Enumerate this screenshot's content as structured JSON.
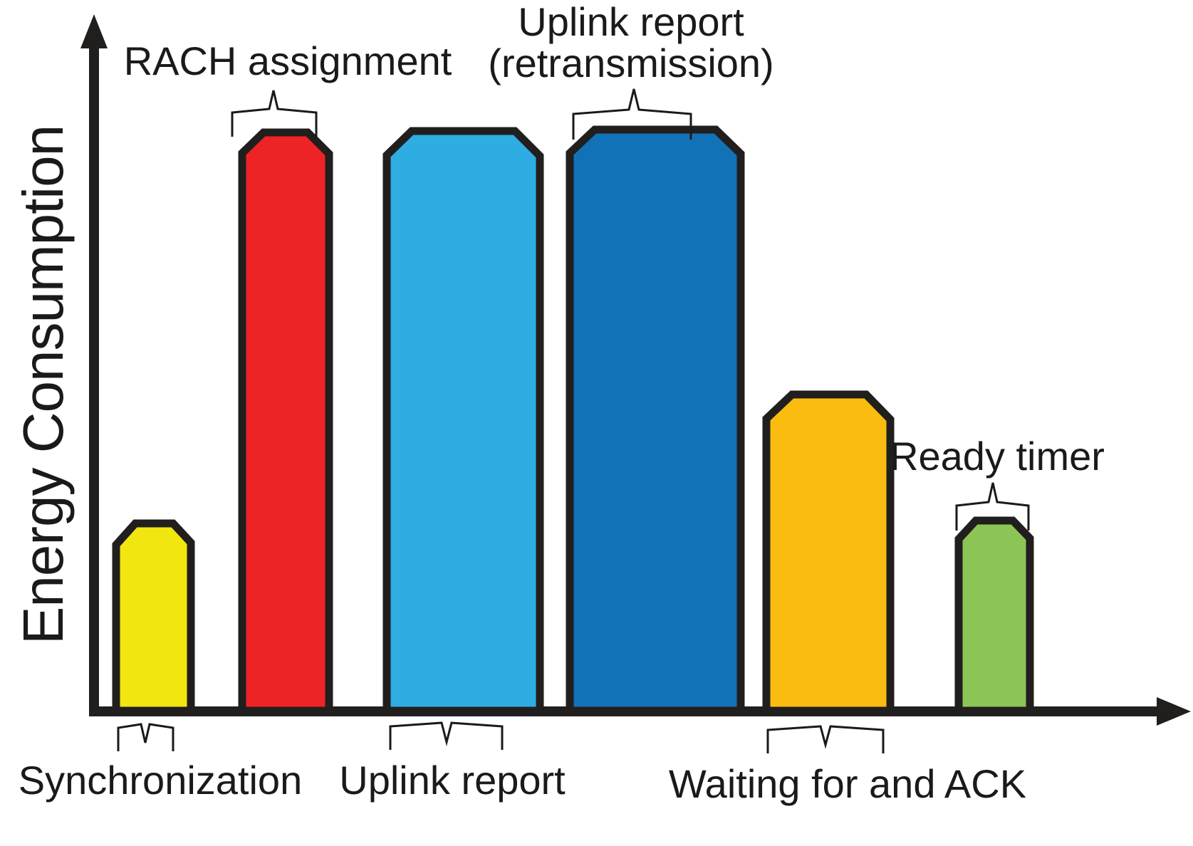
{
  "chart_data": {
    "type": "bar",
    "title": "",
    "xlabel": "",
    "ylabel": "Energy Consumption",
    "grid": false,
    "legend": "none",
    "axes": {
      "y_axis_arrow": true,
      "x_axis_arrow": true,
      "y_ticks": [],
      "x_ticks": []
    },
    "categories": [
      "Synchronization",
      "RACH assignment",
      "Uplink report",
      "Uplink report (retransmission)",
      "Waiting for and ACK",
      "Ready timer"
    ],
    "values": [
      28,
      88,
      89,
      89,
      47,
      29
    ],
    "ylim": [
      0,
      100
    ],
    "bars": [
      {
        "id": "sync",
        "label": "Synchronization",
        "value": 28,
        "color": "#F2E610",
        "label_position": "below"
      },
      {
        "id": "rach",
        "label": "RACH assignment",
        "value": 88,
        "color": "#EE2326",
        "label_position": "above"
      },
      {
        "id": "uplink",
        "label": "Uplink report",
        "value": 89,
        "color": "#2EADE3",
        "label_position": "below"
      },
      {
        "id": "uplink_retx",
        "label": "Uplink report (retransmission)",
        "value": 89,
        "color": "#1272B8",
        "label_position": "above"
      },
      {
        "id": "ack_wait",
        "label": "Waiting for and ACK",
        "value": 47,
        "color": "#FBBC10",
        "label_position": "below"
      },
      {
        "id": "ready",
        "label": "Ready timer",
        "value": 29,
        "color": "#8CC556",
        "label_position": "above"
      }
    ],
    "annotations": {
      "above": [
        {
          "text_line1": "RACH assignment",
          "text_line2": ""
        },
        {
          "text_line1": "Uplink report",
          "text_line2": "(retransmission)"
        },
        {
          "text_line1": "Ready timer",
          "text_line2": ""
        }
      ],
      "below": [
        {
          "text": "Synchronization"
        },
        {
          "text": "Uplink report"
        },
        {
          "text": "Waiting for and ACK"
        }
      ]
    },
    "colors": {
      "outline": "#211e1e",
      "axis": "#211e1e",
      "background": "#ffffff",
      "yellow": "#F2E610",
      "red": "#EE2326",
      "cyan": "#2EADE3",
      "blue": "#1272B8",
      "orange": "#FBBC10",
      "green": "#8CC556"
    }
  },
  "labels": {
    "y_axis": "Energy Consumption",
    "rach_assignment": "RACH assignment",
    "uplink_report_retx_line1": "Uplink report",
    "uplink_report_retx_line2": "(retransmission)",
    "ready_timer": "Ready timer",
    "synchronization": "Synchronization",
    "uplink_report": "Uplink report",
    "waiting_for_ack": "Waiting for and ACK"
  }
}
